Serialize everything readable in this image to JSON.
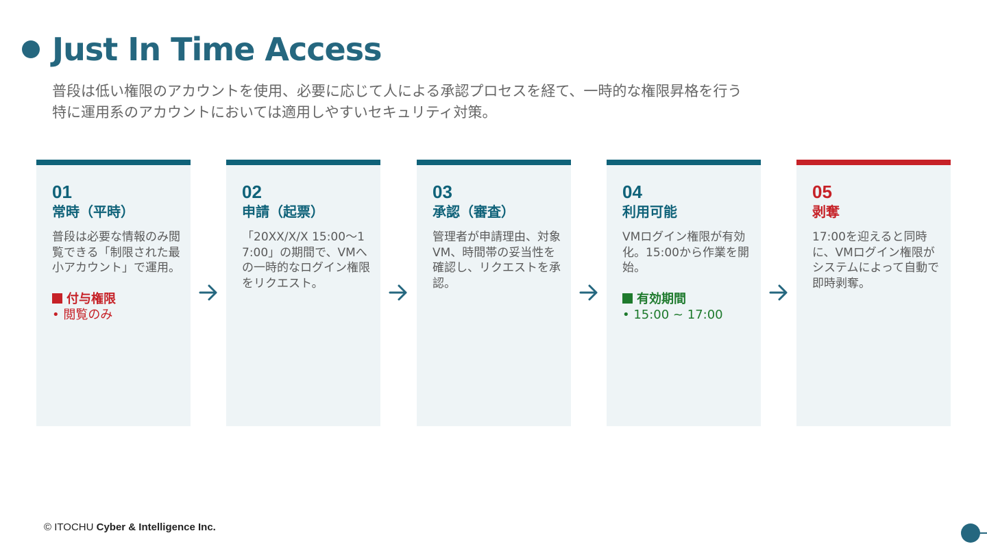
{
  "header": {
    "title": "Just In Time Access",
    "subtitle_lines": [
      "普段は低い権限のアカウントを使用、必要に応じて人による承認プロセスを経て、一時的な権限昇格を行う",
      "特に運用系のアカウントにおいては適用しやすいセキュリティ対策。"
    ]
  },
  "steps": [
    {
      "number": "01",
      "title": "常時（平時）",
      "description": "普段は必要な情報のみ閲覧できる「制限された最小アカウント」で運用。",
      "note": {
        "heading": "付与権限",
        "item": "• 閲覧のみ",
        "color": "#c62127"
      }
    },
    {
      "number": "02",
      "title": "申請（起票）",
      "description": "「20XX/X/X 15:00〜17:00」の期間で、VMへの一時的なログイン権限をリクエスト。"
    },
    {
      "number": "03",
      "title": "承認（審査）",
      "description": "管理者が申請理由、対象VM、時間帯の妥当性を確認し、リクエストを承認。"
    },
    {
      "number": "04",
      "title": "利用可能",
      "description": "VMログイン権限が有効化。15:00から作業を開始。",
      "note": {
        "heading": "有効期間",
        "item": "• 15:00 ~ 17:00",
        "color": "#1e7a2d"
      }
    },
    {
      "number": "05",
      "title": "剥奪",
      "description": "17:00を迎えると同時に、VMログイン権限がシステムによって自動で即時剥奪。"
    }
  ],
  "colors": {
    "accent": "#0f6279",
    "title": "#25677f",
    "danger": "#c62127",
    "success": "#1e7a2d",
    "card_bg": "#eef4f6"
  },
  "icons": {
    "arrow": "arrow-right-icon"
  },
  "footer": {
    "copyright": "© ITOCHU ",
    "company": "Cyber & Intelligence Inc."
  }
}
